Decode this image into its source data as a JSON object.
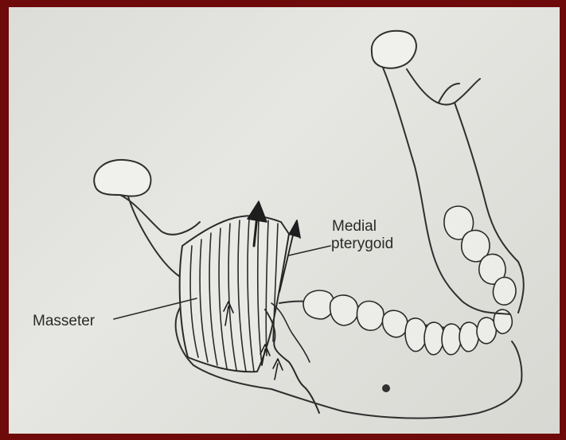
{
  "labels": {
    "masseter": "Masseter",
    "medial_line1": "Medial",
    "medial_line2": "pterygoid"
  },
  "colors": {
    "frame": "#6e0a0a",
    "paper": "#e2e2de",
    "ink": "#2a2a2a"
  }
}
